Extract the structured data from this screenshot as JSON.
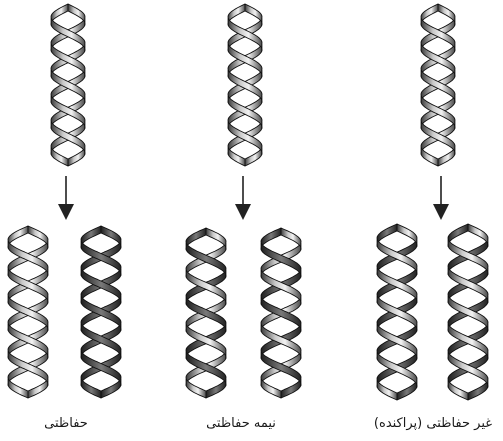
{
  "figure": {
    "panels": [
      {
        "caption": "حفاظتی"
      },
      {
        "caption": "نیمه حفاظتی"
      },
      {
        "caption": "غیر حفاظتی (پراکنده)"
      }
    ]
  }
}
